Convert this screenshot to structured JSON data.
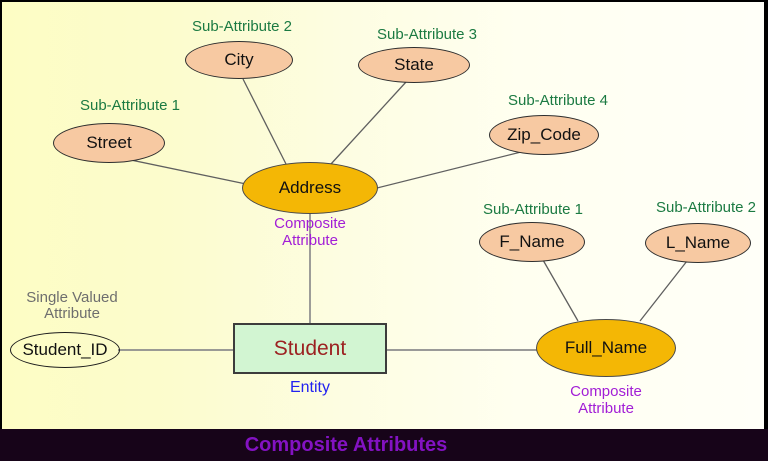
{
  "title_bar": {
    "title": "Composite Attributes"
  },
  "diagram": {
    "entity": {
      "label": "Student",
      "type_caption": "Entity"
    },
    "nodes": {
      "street": {
        "label": "Street",
        "caption": "Sub-Attribute 1"
      },
      "city": {
        "label": "City",
        "caption": "Sub-Attribute 2"
      },
      "state": {
        "label": "State",
        "caption": "Sub-Attribute 3"
      },
      "zip_code": {
        "label": "Zip_Code",
        "caption": "Sub-Attribute 4"
      },
      "f_name": {
        "label": "F_Name",
        "caption": "Sub-Attribute 1"
      },
      "l_name": {
        "label": "L_Name",
        "caption": "Sub-Attribute 2"
      },
      "address": {
        "label": "Address",
        "caption_line1": "Composite",
        "caption_line2": "Attribute"
      },
      "full_name": {
        "label": "Full_Name",
        "caption_line1": "Composite",
        "caption_line2": "Attribute"
      },
      "student_id": {
        "label": "Student_ID",
        "caption_line1": "Single Valued",
        "caption_line2": "Attribute"
      }
    },
    "colors": {
      "sub_attribute_fill": "#f7c9a2",
      "composite_fill": "#f4b705",
      "entity_fill": "#d2f5d2",
      "caption_green": "#1b7a42",
      "caption_purple": "#a21ed6",
      "caption_blue": "#2222f0",
      "caption_gray": "#6e6e6e",
      "entity_text": "#9c2121",
      "title_text": "#8312c2",
      "title_bar_bg": "#170419"
    }
  }
}
